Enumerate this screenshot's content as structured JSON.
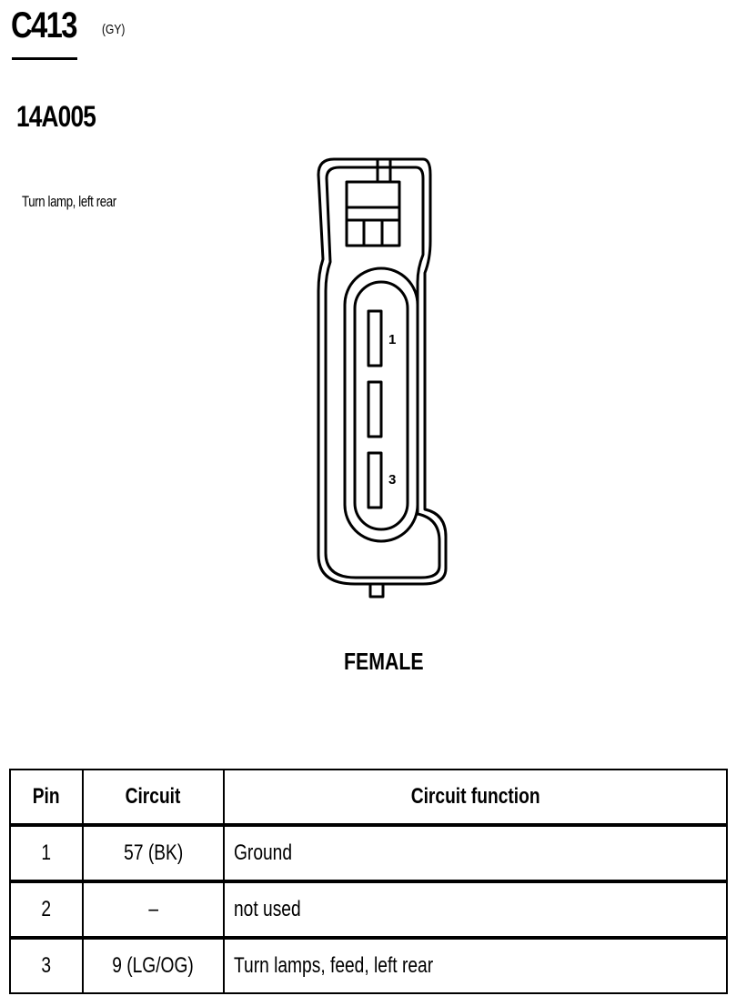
{
  "connector": {
    "id": "C413",
    "color_code": "(GY)",
    "part_number": "14A005",
    "description": "Turn lamp, left rear",
    "gender": "FEMALE",
    "cavity_labels": [
      "1",
      "3"
    ]
  },
  "table": {
    "headers": {
      "pin": "Pin",
      "circuit": "Circuit",
      "function": "Circuit function"
    },
    "rows": [
      {
        "pin": "1",
        "circuit": "57 (BK)",
        "function": "Ground"
      },
      {
        "pin": "2",
        "circuit": "–",
        "function": "not used"
      },
      {
        "pin": "3",
        "circuit": "9 (LG/OG)",
        "function": "Turn lamps, feed, left rear"
      }
    ]
  }
}
